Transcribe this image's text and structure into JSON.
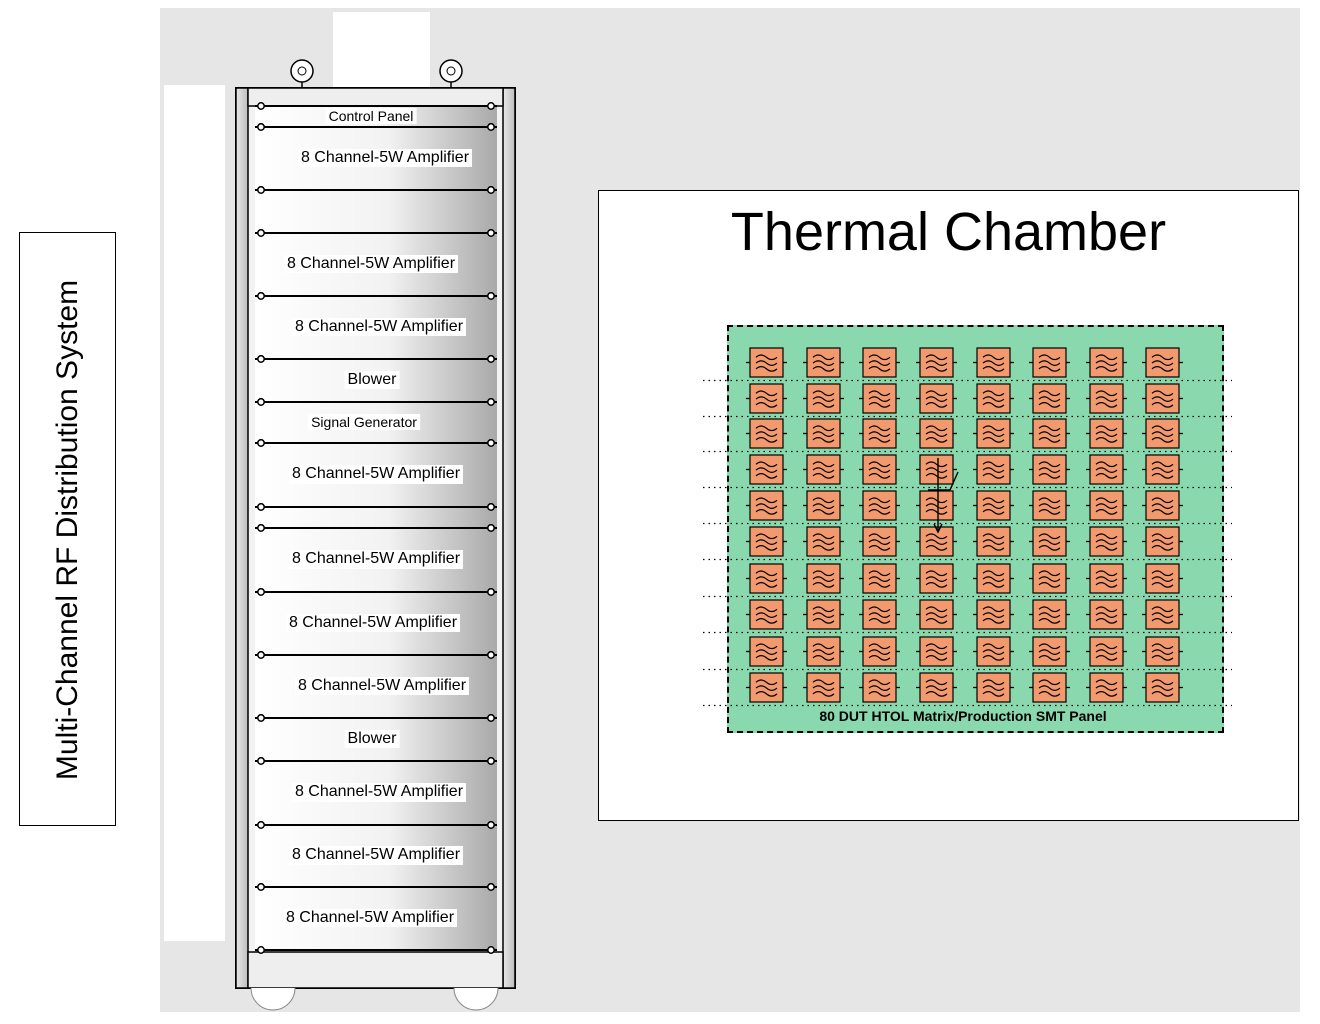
{
  "title": "Multi-Channel RF Distribution System",
  "rack": {
    "units": [
      {
        "label": "Control Panel"
      },
      {
        "label": "8 Channel-5W Amplifier"
      },
      {
        "label": ""
      },
      {
        "label": "8 Channel-5W Amplifier"
      },
      {
        "label": "8 Channel-5W Amplifier"
      },
      {
        "label": "Blower"
      },
      {
        "label": "Signal Generator"
      },
      {
        "label": "8 Channel-5W Amplifier"
      },
      {
        "label": "8 Channel-5W Amplifier"
      },
      {
        "label": "8 Channel-5W Amplifier"
      },
      {
        "label": "8 Channel-5W Amplifier"
      },
      {
        "label": "Blower"
      },
      {
        "label": "8 Channel-5W Amplifier"
      },
      {
        "label": "8 Channel-5W Amplifier"
      },
      {
        "label": "8 Channel-5W Amplifier"
      }
    ]
  },
  "chamber": {
    "title": "Thermal Chamber",
    "panel_label": "80 DUT HTOL Matrix/Production SMT Panel",
    "dut_rows": 10,
    "dut_cols": 8
  },
  "colors": {
    "background": "#e6e6e6",
    "panel": "#8ad9ae",
    "dut": "#f2996e"
  }
}
